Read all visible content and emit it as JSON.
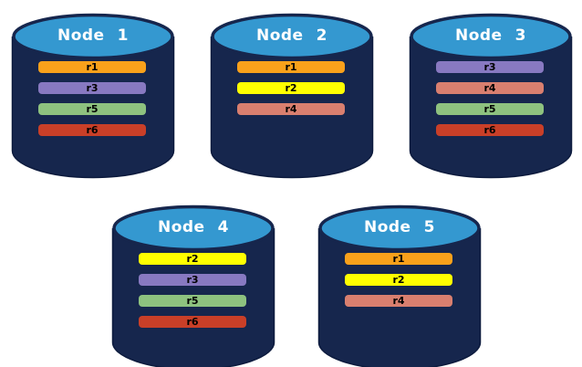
{
  "colors": {
    "background": "#FFFFFF",
    "cylinder_body": "#16264D",
    "cylinder_outline": "#0D1B3E",
    "cylinder_top": "#3498D0",
    "title_text": "#FFFFFF",
    "bar_text": "#000000"
  },
  "replica_colors": {
    "r1": "#F9A11B",
    "r2": "#FFFF00",
    "r3": "#8879C1",
    "r4": "#D97F6F",
    "r5": "#8EC27F",
    "r6": "#C93F28"
  },
  "nodes": [
    {
      "label": "Node 1",
      "replicas": [
        "r1",
        "r3",
        "r5",
        "r6"
      ]
    },
    {
      "label": "Node 2",
      "replicas": [
        "r1",
        "r2",
        "r4"
      ]
    },
    {
      "label": "Node 3",
      "replicas": [
        "r3",
        "r4",
        "r5",
        "r6"
      ]
    },
    {
      "label": "Node 4",
      "replicas": [
        "r2",
        "r3",
        "r5",
        "r6"
      ]
    },
    {
      "label": "Node 5",
      "replicas": [
        "r1",
        "r2",
        "r4"
      ]
    }
  ]
}
